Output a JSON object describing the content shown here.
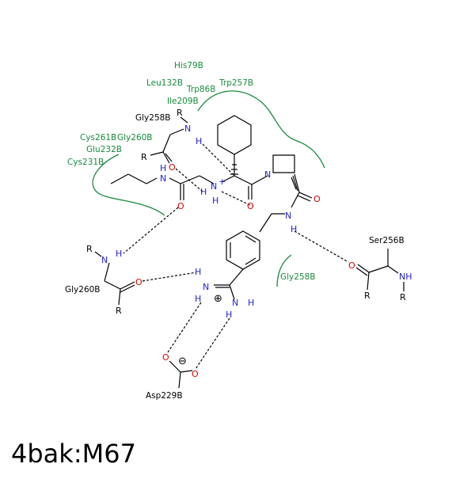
{
  "title": "4bak:M67",
  "colors": {
    "residue": "#1a8a3e",
    "nitrogen": "#1f1fd0",
    "oxygen": "#e00000",
    "bond": "#000000"
  },
  "residues": {
    "his79b": "His79B",
    "leu132b": "Leu132B",
    "trp86b": "Trp86B",
    "trp257b": "Trp257B",
    "ile209b": "Ile209B",
    "cys261b": "Cys261B",
    "gly260b_green": "Gly260B",
    "glu232b": "Glu232B",
    "cys231b": "Cys231B",
    "gly258b_green": "Gly258B"
  },
  "labels": {
    "gly258b": "Gly258B",
    "gly260b": "Gly260B",
    "ser256b": "Ser256B",
    "asp229b": "Asp229B"
  },
  "atoms": {
    "r": "R",
    "n": "N",
    "h": "H",
    "o": "O",
    "nh": "NH",
    "n_plus": "N",
    "plus": "+"
  },
  "charges": {
    "positive": "⊕",
    "negative": "⊖"
  }
}
